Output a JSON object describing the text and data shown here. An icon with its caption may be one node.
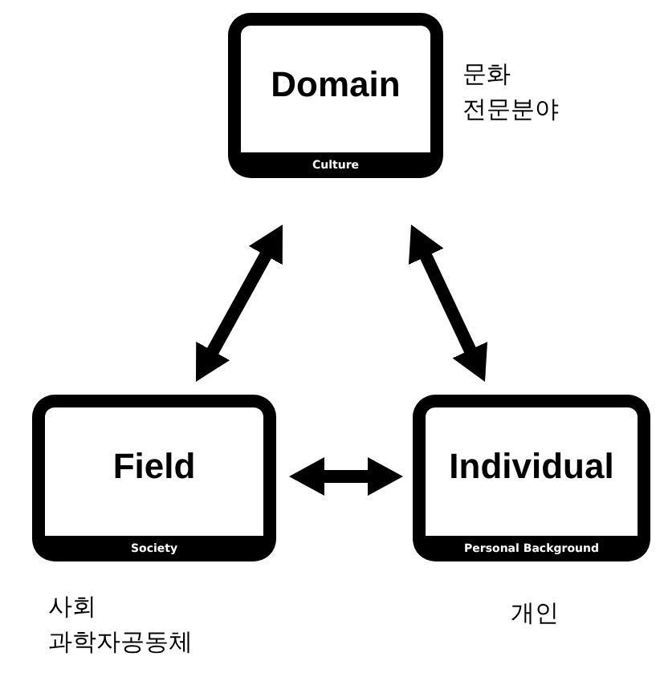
{
  "diagram": {
    "nodes": [
      {
        "text": [
          "Domain",
          "Culture"
        ],
        "beside": [
          "문화",
          "전문분야"
        ]
      },
      {
        "text": [
          "Field",
          "Society"
        ],
        "beside": [
          "사회",
          "과학자공동체"
        ]
      },
      {
        "text": [
          "Individual",
          "Personal Background"
        ],
        "beside": [
          "개인"
        ]
      }
    ],
    "edges": [
      {
        "from": 0,
        "to": 1,
        "arrow": "both"
      },
      {
        "from": 0,
        "to": 2,
        "arrow": "both"
      },
      {
        "from": 1,
        "to": 2,
        "arrow": "both"
      }
    ]
  }
}
